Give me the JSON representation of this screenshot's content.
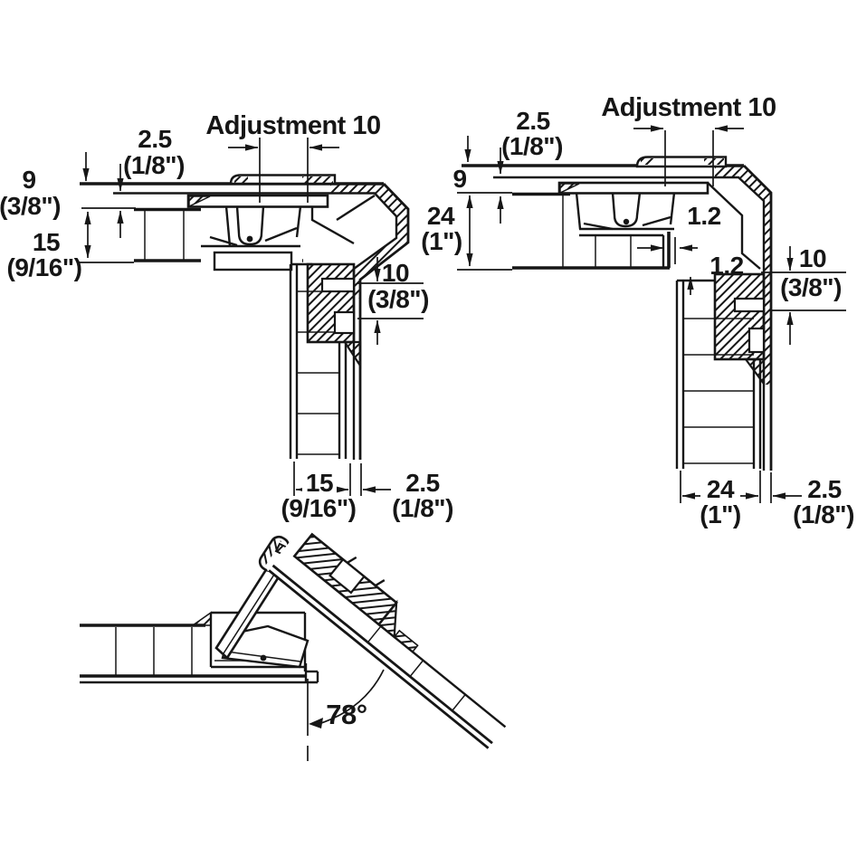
{
  "colors": {
    "ink": "#161616",
    "paper": "#ffffff"
  },
  "d1": {
    "adjustment": "Adjustment 10",
    "door_gap": "2.5",
    "door_gap_in": "(1/8\")",
    "overlay": "9",
    "overlay_in": "(3/8\")",
    "top_panel": "15",
    "top_panel_in": "(9/16\")",
    "plate_pos": "10",
    "plate_pos_in": "(3/8\")",
    "side_panel": "15",
    "side_panel_in": "(9/16\")",
    "side_gap": "2.5",
    "side_gap_in": "(1/8\")"
  },
  "d2": {
    "adjustment": "Adjustment 10",
    "door_gap": "2.5",
    "door_gap_in": "(1/8\")",
    "overlay": "9",
    "top_panel": "24",
    "top_panel_in": "(1\")",
    "reveal_front": "1.2",
    "reveal_bottom": "1.2",
    "plate_pos": "10",
    "plate_pos_in": "(3/8\")",
    "side_panel": "24",
    "side_panel_in": "(1\")",
    "side_gap": "2.5",
    "side_gap_in": "(1/8\")"
  },
  "d3": {
    "opening_angle": "78°"
  }
}
